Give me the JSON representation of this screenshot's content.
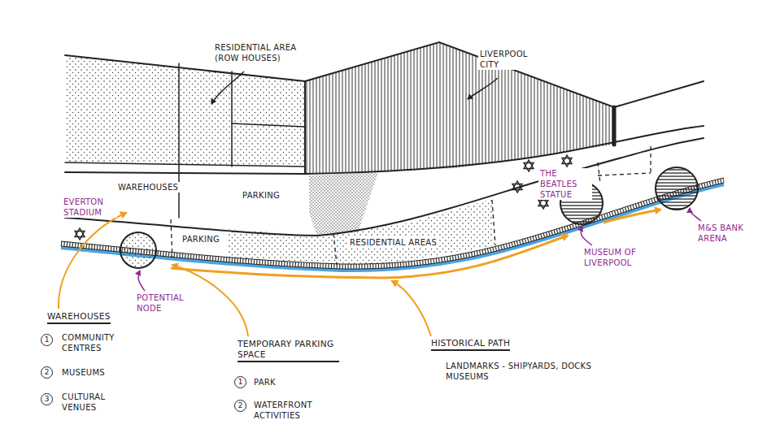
{
  "diagram": {
    "labels": [
      "RESIDENTIAL AREA (ROW HOUSES)",
      "LIVERPOOL CITY",
      "WAREHOUSES",
      "EVERTON STADIUM",
      "PARKING",
      "THE BEATLES STATUE",
      "PARKING",
      "RESIDENTIAL AREAS",
      "POTENTIAL NODE",
      "MUSEUM OF LIVERPOOL",
      "M&S BANK ARENA",
      "WAREHOUSES",
      "1",
      "COMMUNITY CENTRES",
      "2",
      "MUSEUMS",
      "3",
      "CULTURAL VENUES",
      "TEMPORARY PARKING SPACE",
      "1",
      "PARK",
      "2",
      "WATERFRONT ACTIVITIES",
      "HISTORICAL PATH",
      "LANDMARKS - SHIPYARDS, DOCKS MUSEUMS"
    ]
  }
}
